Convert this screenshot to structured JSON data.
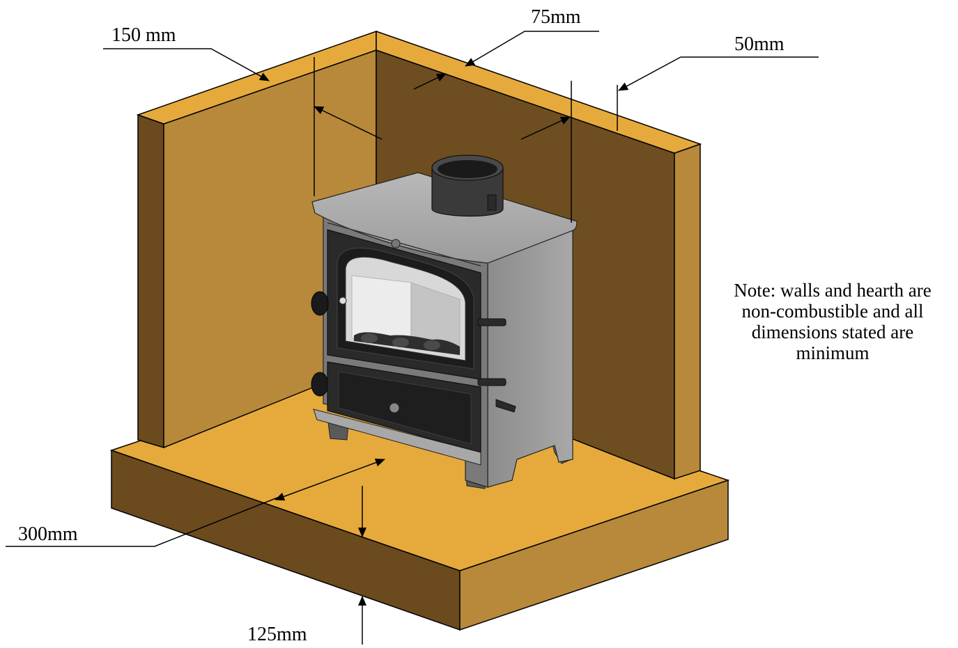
{
  "labels": {
    "side_clearance": "150 mm",
    "rear_clearance": "75mm",
    "wall_thickness": "50mm",
    "front_clearance": "300mm",
    "hearth_thickness": "125mm"
  },
  "note": "Note: walls and hearth are non-combustible and all dimensions stated are minimum",
  "colors": {
    "hearth_top": "#E6AA3C",
    "hearth_front": "#6B4A1E",
    "hearth_side": "#B8893A",
    "wall_inner_back": "#6E4E20",
    "wall_inner_left": "#B8893A",
    "wall_top": "#E6AA3C",
    "stove_body": "#9A9A9A",
    "stove_dark": "#2A2A2A",
    "background": "#FFFFFF"
  }
}
